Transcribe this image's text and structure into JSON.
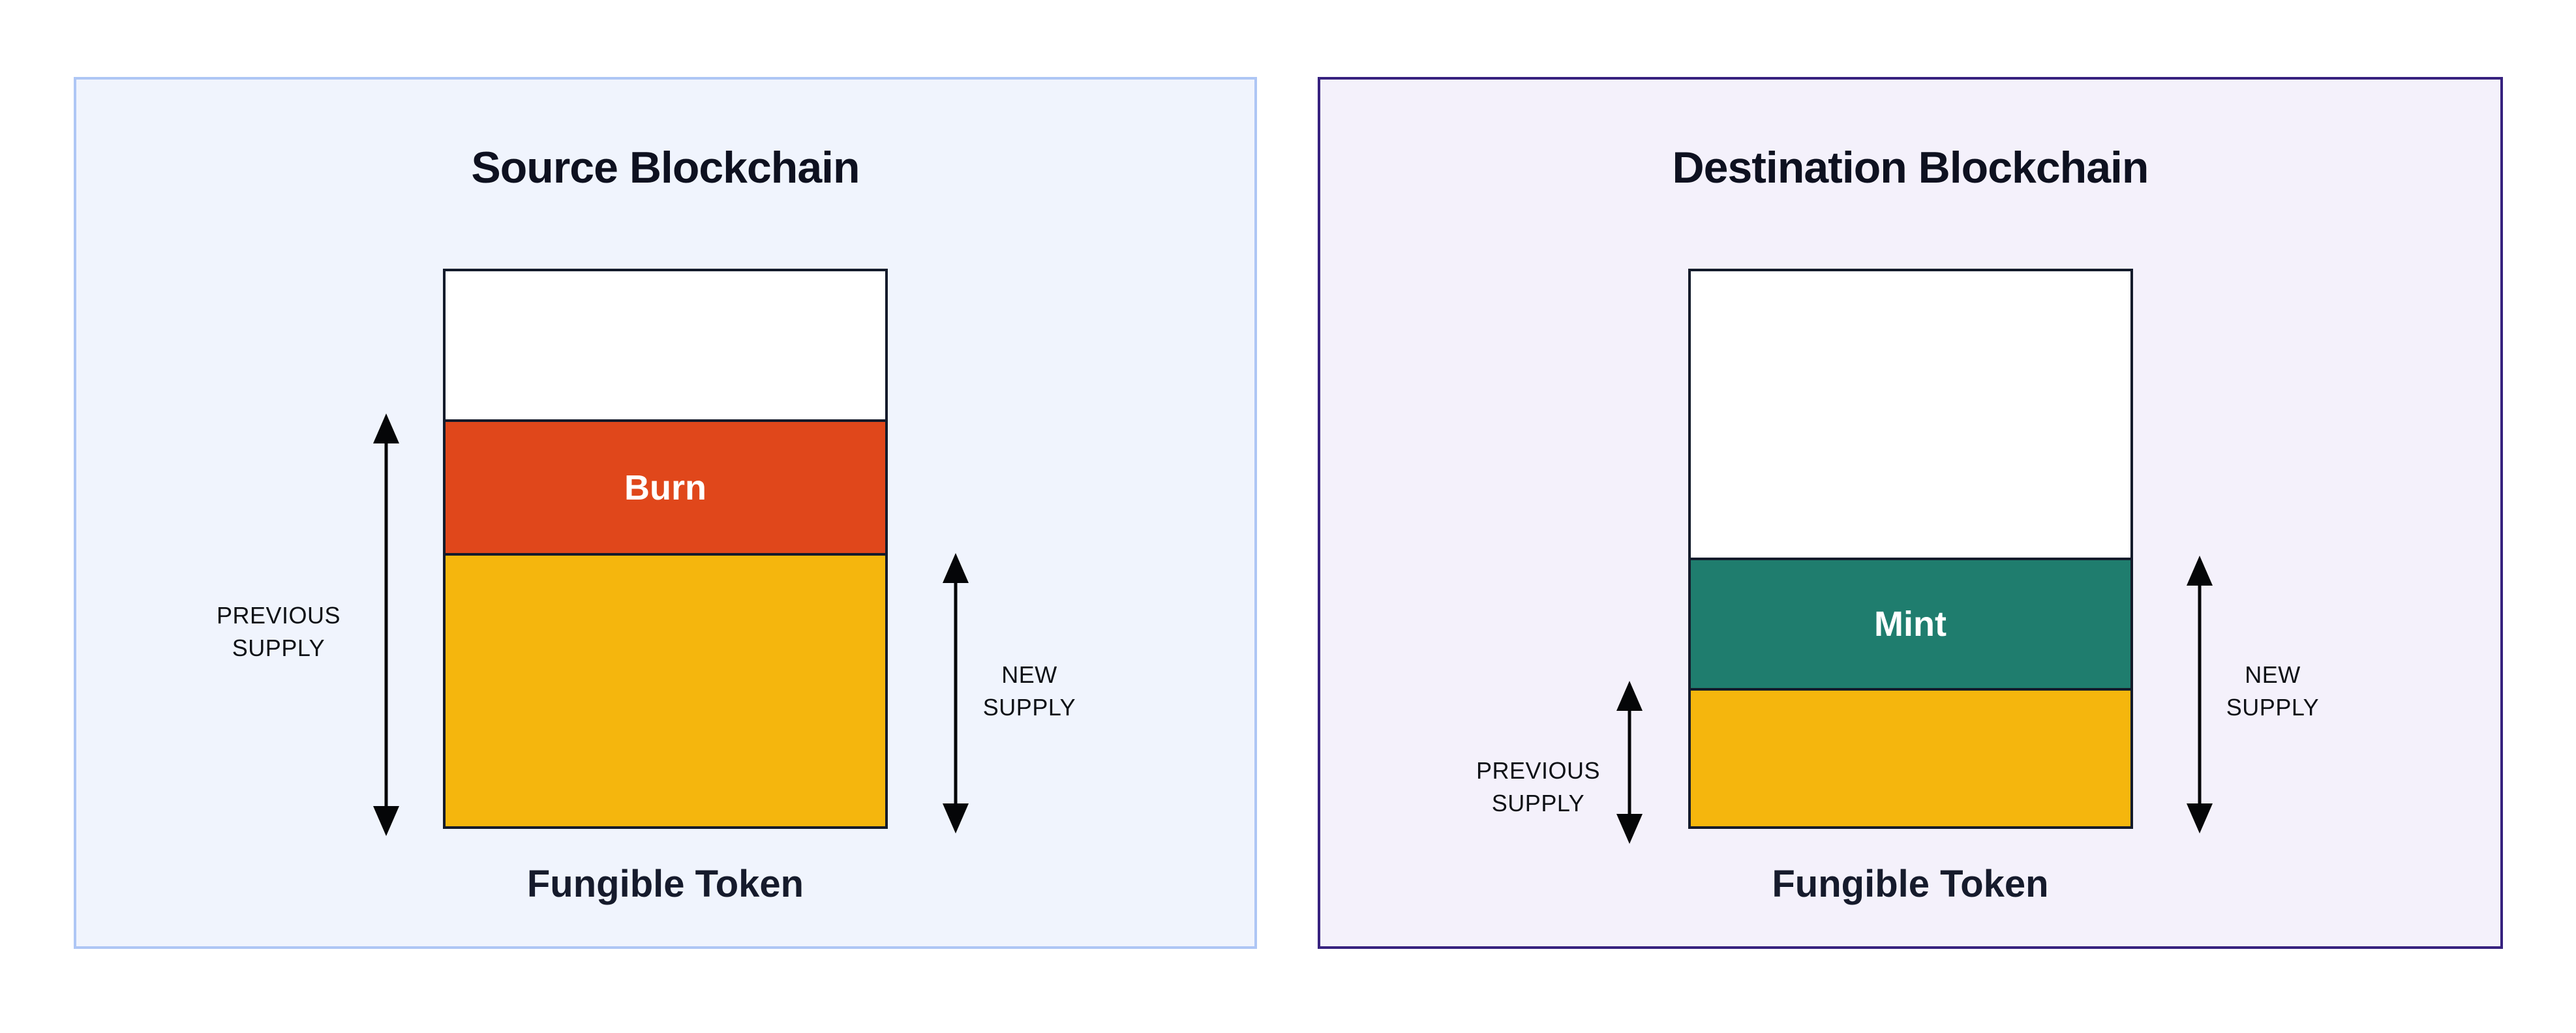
{
  "page": {
    "background": "#FFFFFF"
  },
  "arrow_color": "#050608",
  "panels": [
    {
      "id": "source",
      "title": "Source Blockchain",
      "background": "#F0F4FD",
      "border_color": "#AEC6F5",
      "caption": "Fungible Token",
      "bar": {
        "outline": "#141B2B",
        "sections": [
          {
            "name": "empty-space",
            "label": "",
            "color": "#FFFFFF",
            "height_frac": 0.272
          },
          {
            "name": "burn",
            "label": "Burn",
            "color": "#E0471B",
            "text_color": "#FFFFFF",
            "height_frac": 0.24
          },
          {
            "name": "token-supply",
            "label": "",
            "color": "#F5B60D",
            "height_frac": 0.488
          }
        ]
      },
      "left_annotation": {
        "lines": [
          "PREVIOUS",
          "SUPPLY"
        ]
      },
      "right_annotation": {
        "lines": [
          "NEW",
          "SUPPLY"
        ]
      }
    },
    {
      "id": "destination",
      "title": "Destination Blockchain",
      "background": "#F4F1FB",
      "border_color": "#37227F",
      "caption": "Fungible Token",
      "bar": {
        "outline": "#141B2B",
        "sections": [
          {
            "name": "empty-space",
            "label": "",
            "color": "#FFFFFF",
            "height_frac": 0.52
          },
          {
            "name": "mint",
            "label": "Mint",
            "color": "#1F7D6E",
            "text_color": "#FFFFFF",
            "height_frac": 0.236
          },
          {
            "name": "token-supply",
            "label": "",
            "color": "#F5B60D",
            "height_frac": 0.244
          }
        ]
      },
      "left_annotation": {
        "lines": [
          "PREVIOUS",
          "SUPPLY"
        ]
      },
      "right_annotation": {
        "lines": [
          "NEW",
          "SUPPLY"
        ]
      }
    }
  ]
}
